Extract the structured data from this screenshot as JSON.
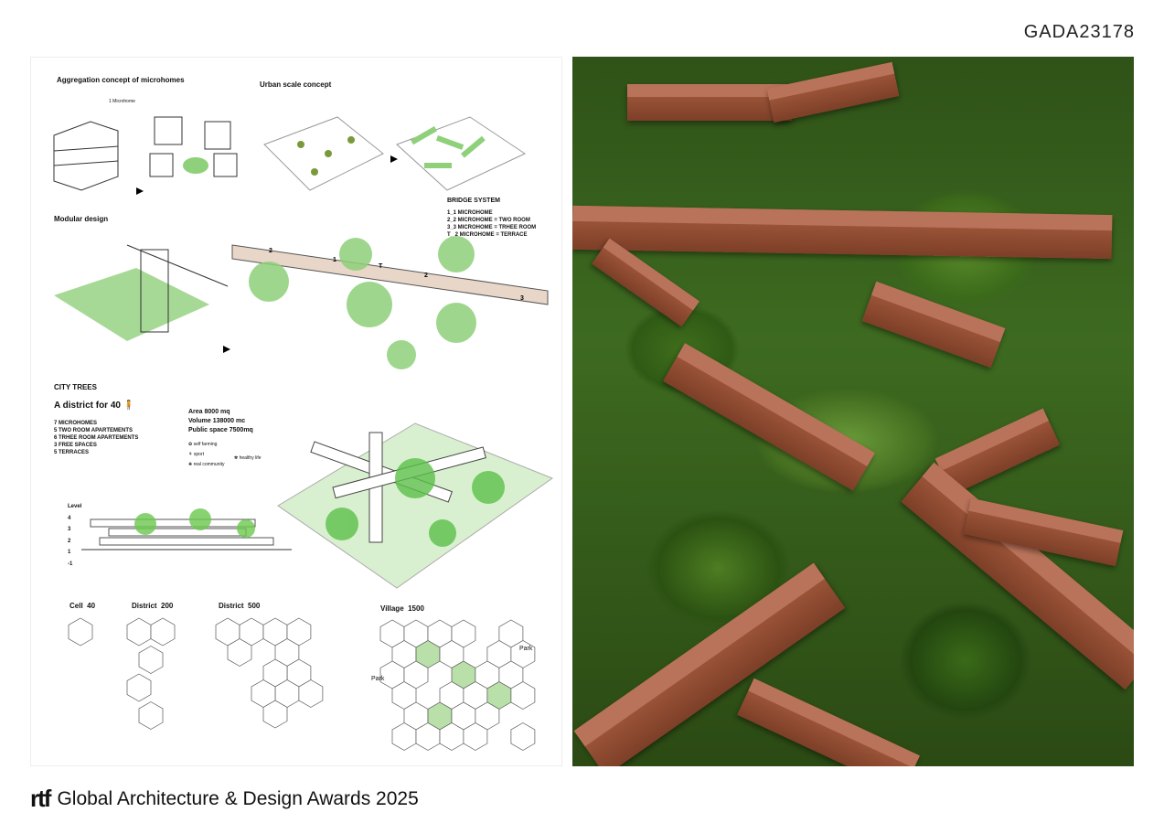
{
  "code": "GADA23178",
  "footer": {
    "logo": "rtf",
    "title": "Global Architecture & Design Awards 2025"
  },
  "aggregation": {
    "title": "Aggregation concept of microhomes",
    "label": "1 Microhome"
  },
  "urban": {
    "title": "Urban scale concept"
  },
  "modular": {
    "title": "Modular design"
  },
  "bridge": {
    "title": "BRIDGE SYSTEM",
    "items": [
      "1_1 MICROHOME",
      "2_2 MICROHOME = TWO ROOM",
      "3_3 MICROHOME = TRHEE ROOM",
      "T_ 2 MICROHOME = TERRACE"
    ],
    "marks": [
      "2",
      "1",
      "T",
      "2",
      "3"
    ]
  },
  "city": {
    "title": "CITY TREES",
    "subtitle": "A district for 40",
    "items": [
      "7 MICROHOMES",
      "5 TWO ROOM APARTEMENTS",
      "6 TRHEE ROOM APARTEMENTS",
      "3 FREE SPACES",
      "5 TERRACES"
    ],
    "stats": [
      "Area 8000 mq",
      "Volume 138000 mc",
      "Public space 7500mq"
    ],
    "icons": [
      "self farming",
      "sport",
      "healthy life",
      "real community"
    ]
  },
  "levels": {
    "title": "Level",
    "values": [
      "4",
      "3",
      "2",
      "1",
      "-1"
    ]
  },
  "scales": [
    {
      "label": "Cell",
      "count": "40"
    },
    {
      "label": "District",
      "count": "200"
    },
    {
      "label": "District",
      "count": "500"
    },
    {
      "label": "Village",
      "count": "1500"
    }
  ],
  "parks": [
    "Park",
    "Park"
  ],
  "colors": {
    "green": "#8fd07a",
    "brick": "#9a4f33"
  }
}
